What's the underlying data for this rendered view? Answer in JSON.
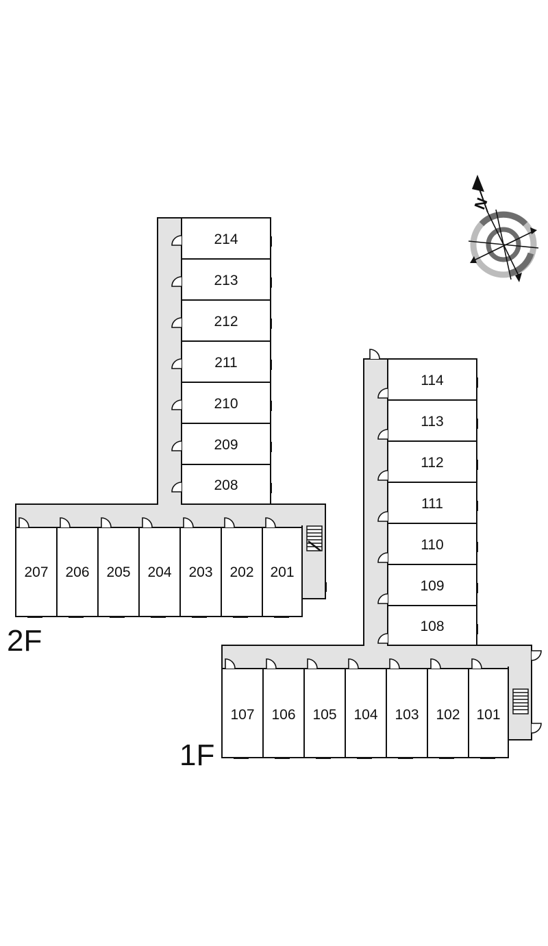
{
  "floors": [
    {
      "label": "2F",
      "top_rooms": [
        "214",
        "213",
        "212",
        "211",
        "210",
        "209",
        "208"
      ],
      "bottom_rooms": [
        "207",
        "206",
        "205",
        "204",
        "203",
        "202",
        "201"
      ]
    },
    {
      "label": "1F",
      "top_rooms": [
        "114",
        "113",
        "112",
        "111",
        "110",
        "109",
        "108"
      ],
      "bottom_rooms": [
        "107",
        "106",
        "105",
        "104",
        "103",
        "102",
        "101"
      ]
    }
  ],
  "compass": {
    "north_label": "N"
  },
  "colors": {
    "corridor": "#e3e3e3",
    "wall": "#111111",
    "compass_dark": "#6d6d6d",
    "compass_light": "#bcbcbc"
  }
}
